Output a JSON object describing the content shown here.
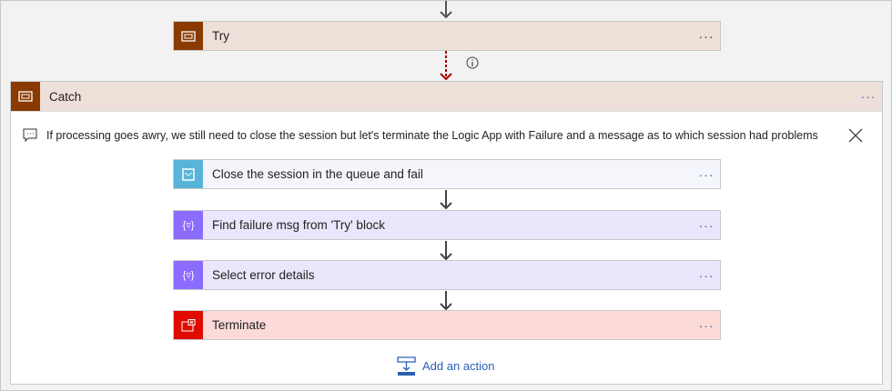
{
  "try": {
    "label": "Try",
    "color": "#8a3a00",
    "bg": "#ede0d8"
  },
  "catch": {
    "label": "Catch",
    "color": "#8a3a00",
    "bg": "#ede0d8",
    "comment": "If processing goes awry, we still need to close the session but let's terminate the Logic App with Failure and a message as to which session had problems",
    "actions": [
      {
        "label": "Close the session in the queue and fail",
        "icon": "service-bus-icon",
        "color": "#59b4d9",
        "bg": "#f5f6fb"
      },
      {
        "label": "Find failure msg from 'Try' block",
        "icon": "filter-array-icon",
        "color": "#8c6cff",
        "bg": "#ebe6fb"
      },
      {
        "label": "Select error details",
        "icon": "filter-array-icon",
        "color": "#8c6cff",
        "bg": "#ebe6fb"
      },
      {
        "label": "Terminate",
        "icon": "terminate-icon",
        "color": "#e00b00",
        "bg": "#fcdad8"
      }
    ],
    "add_action": "Add an action"
  },
  "more_label": "···"
}
